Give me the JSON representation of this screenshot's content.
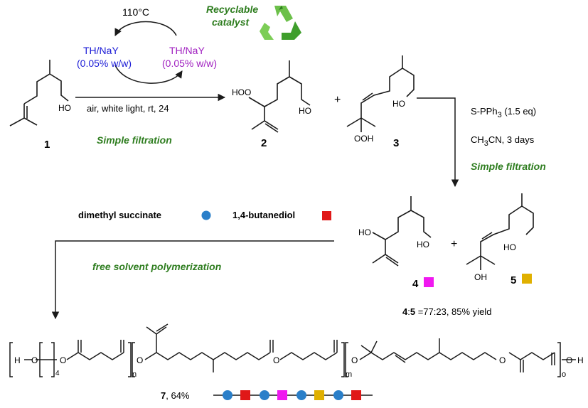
{
  "conditions_top": {
    "temperature": "110°C",
    "catalyst_left_line1": "TH/NaY",
    "catalyst_left_line2": "(0.05% w/w)",
    "catalyst_right_line1": "TH/NaY",
    "catalyst_right_line2": "(0.05% w/w)",
    "recyclable_line1": "Recyclable",
    "recyclable_line2": "catalyst",
    "below_arrow": "air, white light, rt, 24",
    "filtration": "Simple filtration"
  },
  "compounds": {
    "c1": "1",
    "c2": "2",
    "c3": "3",
    "c4": "4",
    "c5": "5",
    "c2_label": "HOO",
    "c3_ooh": "OOH",
    "ho": "HO",
    "oh": "OH",
    "plus": "+"
  },
  "step2": {
    "reagent_prefix": "S-PPh",
    "reagent_sub": "3",
    "reagent_suffix": " (1.5 eq)",
    "solvent_a": "CH",
    "solvent_sub": "3",
    "solvent_b": "CN, 3 days",
    "filtration": "Simple filtration"
  },
  "ratio": {
    "a": "4",
    "sep": ":",
    "b": "5",
    "rest": " =77:23, 85% yield"
  },
  "polymerization": {
    "monomer1": "dimethyl succinate",
    "monomer2": "1,4-butanediol",
    "conditions": "free solvent polymerization"
  },
  "polymer": {
    "label_num": "7",
    "label_rest": ", 64%",
    "h": "H",
    "o": "O",
    "oh_end": "H",
    "n": "n",
    "m": "m",
    "sub4": "4",
    "subo": "o"
  },
  "colors": {
    "blue_text": "#1b1bd6",
    "purple_text": "#a020c0",
    "green_text": "#2e7d1f",
    "dot_blue": "#2a7fc9",
    "square_red": "#e01818",
    "square_magenta": "#f018f0",
    "square_yellow": "#e0b000"
  }
}
